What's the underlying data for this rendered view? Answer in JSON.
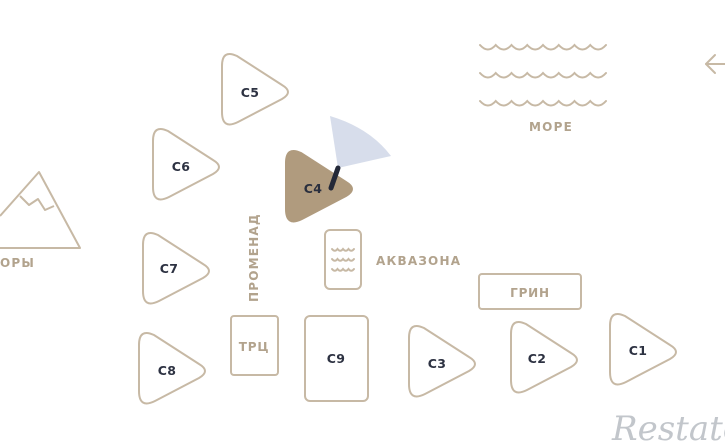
{
  "colors": {
    "outline": "#c7b9a5",
    "active_fill": "#b09b7e",
    "label_dark": "#2d3242",
    "zone_text": "#b2a38d",
    "marker": "#232838",
    "view_cone": "#c9d1e4"
  },
  "buildings": [
    {
      "id": "c5",
      "label": "C5",
      "active": false
    },
    {
      "id": "c6",
      "label": "C6",
      "active": false
    },
    {
      "id": "c4",
      "label": "C4",
      "active": true
    },
    {
      "id": "c7",
      "label": "C7",
      "active": false
    },
    {
      "id": "c8",
      "label": "C8",
      "active": false
    },
    {
      "id": "c9",
      "label": "C9",
      "active": false
    },
    {
      "id": "c3",
      "label": "C3",
      "active": false
    },
    {
      "id": "c2",
      "label": "C2",
      "active": false
    },
    {
      "id": "c1",
      "label": "C1",
      "active": false
    }
  ],
  "zones": {
    "sea": "МОРЕ",
    "mountains": "ОРЫ",
    "promenade": "ПРОМЕНАД",
    "aquazone": "АКВАЗОНА",
    "green": "ГРИН",
    "mall": "ТРЦ"
  },
  "icons": {
    "back": "arrow-left-icon",
    "sea": "waves-icon",
    "mountain": "mountain-icon",
    "pool": "pool-waves-icon"
  },
  "watermark": "Restate"
}
